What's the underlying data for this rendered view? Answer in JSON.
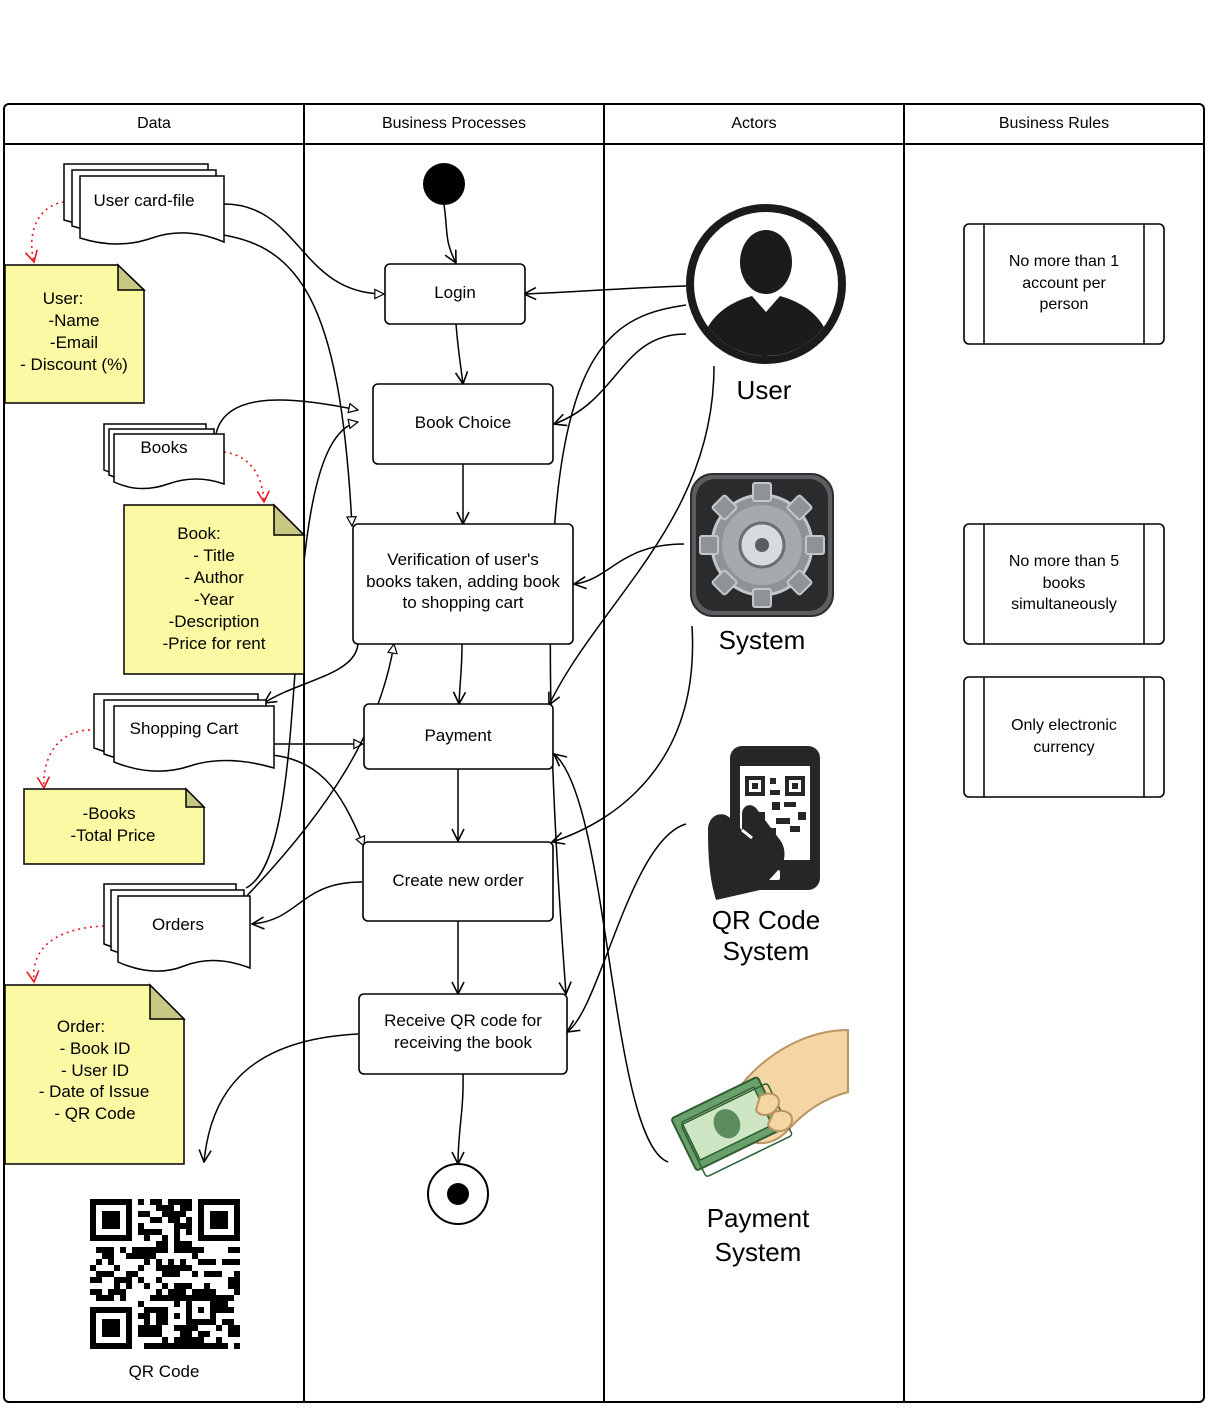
{
  "lanes": [
    "Data",
    "Business Processes",
    "Actors",
    "Business Rules"
  ],
  "data_objects": {
    "user_card_file": "User card-file",
    "books": "Books",
    "shopping_cart": "Shopping Cart",
    "orders": "Orders"
  },
  "notes": {
    "user": [
      "User:",
      "-Name",
      "-Email",
      "- Discount (%)"
    ],
    "book": [
      "Book:",
      "- Title",
      "- Author",
      "-Year",
      "-Description",
      "-Price for rent"
    ],
    "cart": [
      "-Books",
      "-Total Price"
    ],
    "order": [
      "Order:",
      "- Book ID",
      "- User ID",
      "- Date of Issue",
      "- QR Code"
    ]
  },
  "processes": {
    "login": "Login",
    "book_choice": "Book Choice",
    "verification": [
      "Verification of user's",
      "books taken, adding book",
      "to shopping cart"
    ],
    "payment": "Payment",
    "create_order": "Create new order",
    "receive_qr": [
      "Receive QR code for",
      "receiving the book"
    ]
  },
  "actors": {
    "user": "User",
    "system": "System",
    "qr_system": [
      "QR Code",
      "System"
    ],
    "payment_system": [
      "Payment",
      "System"
    ]
  },
  "rules": [
    [
      "No more than 1",
      "account per",
      "person"
    ],
    [
      "No more than 5",
      "books",
      "simultaneously"
    ],
    [
      "Only electronic",
      "currency"
    ]
  ],
  "qr_caption": "QR Code",
  "colors": {
    "note_fill": "#fbf9a3",
    "note_fold": "#c8c783",
    "dotted_arrow": "#e8171c",
    "stroke": "#000000"
  }
}
